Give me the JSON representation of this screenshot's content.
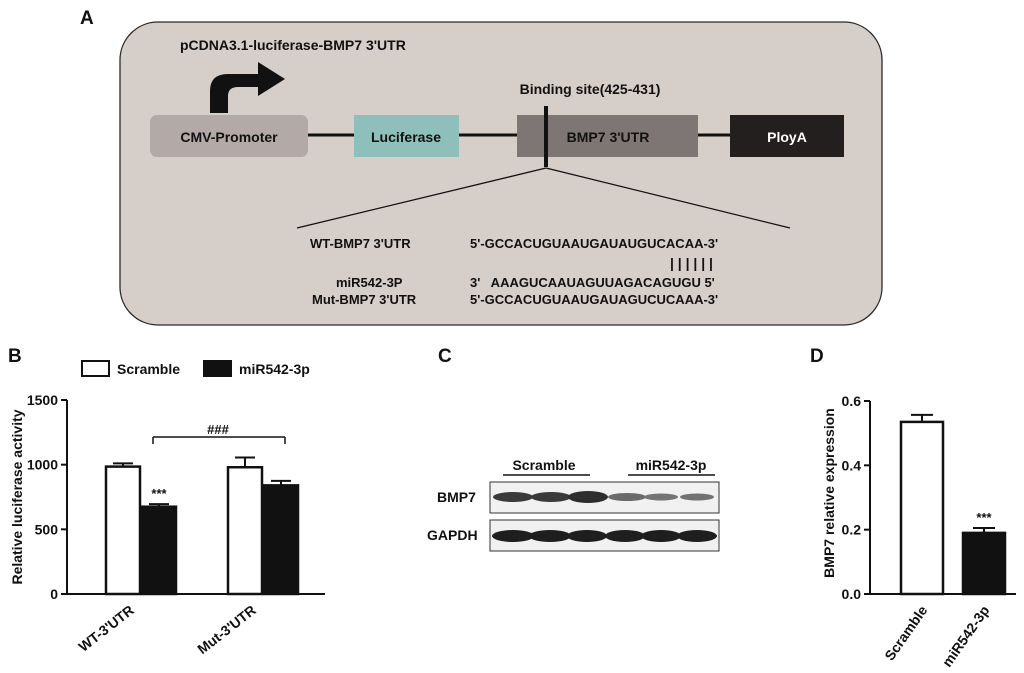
{
  "panels": {
    "A": {
      "letter": "A",
      "vector_name": "pCDNA3.1-luciferase-BMP7 3'UTR",
      "binding_site": "Binding site(425-431)",
      "elements": [
        "CMV-Promoter",
        "Luciferase",
        "BMP7 3'UTR",
        "PloyA"
      ],
      "colors": {
        "panel_bg": "#d6cec9",
        "promoter": "#b3aaa7",
        "luciferase": "#8fbfba",
        "utr": "#7e7674",
        "polya": "#231f1e"
      },
      "sequences": {
        "wt_label": "WT-BMP7 3'UTR",
        "wt_seq": "5'-GCCACUGUAAUGAUAUGUCACAA-3'",
        "pairing_marks": "| | | | | |",
        "mir_label": "miR542-3P",
        "mir_seq": "3'   AAAGUCAAUAGUUAGACAGUGU 5'",
        "mut_label": "Mut-BMP7 3'UTR",
        "mut_seq": "5'-GCCACUGUAAUGAUAGUCUCAAA-3'"
      }
    },
    "B": {
      "letter": "B",
      "legend": [
        "Scramble",
        "miR542-3p"
      ],
      "significance": "###"
    },
    "C": {
      "letter": "C",
      "group_labels": [
        "Scramble",
        "miR542-3p"
      ],
      "rows": [
        "BMP7",
        "GAPDH"
      ]
    },
    "D": {
      "letter": "D"
    }
  },
  "chart_data": [
    {
      "type": "bar",
      "panel": "B",
      "categories": [
        "WT-3'UTR",
        "Mut-3'UTR"
      ],
      "series": [
        {
          "name": "Scramble",
          "values": [
            985,
            980
          ],
          "errors": [
            25,
            75
          ],
          "color": "#ffffff"
        },
        {
          "name": "miR542-3p",
          "values": [
            675,
            840
          ],
          "errors": [
            20,
            35
          ],
          "color": "#111111"
        }
      ],
      "annotations": [
        {
          "text": "***",
          "category": "WT-3'UTR",
          "series": "miR542-3p"
        }
      ],
      "xlabel": "",
      "ylabel": "Relative luciferase activity",
      "ylim": [
        0,
        1500
      ],
      "yticks": [
        "0",
        "500",
        "1000",
        "1500"
      ],
      "legend": "top",
      "grid": false
    },
    {
      "type": "bar",
      "panel": "D",
      "categories": [
        "Scramble",
        "miR542-3p"
      ],
      "values": [
        0.535,
        0.19
      ],
      "errors": [
        0.022,
        0.015
      ],
      "colors": [
        "#ffffff",
        "#111111"
      ],
      "annotations": [
        {
          "text": "***",
          "category": "miR542-3p"
        }
      ],
      "xlabel": "",
      "ylabel": "BMP7 relative expression",
      "ylim": [
        0,
        0.6
      ],
      "yticks": [
        "0.0",
        "0.2",
        "0.4",
        "0.6"
      ],
      "grid": false
    }
  ]
}
